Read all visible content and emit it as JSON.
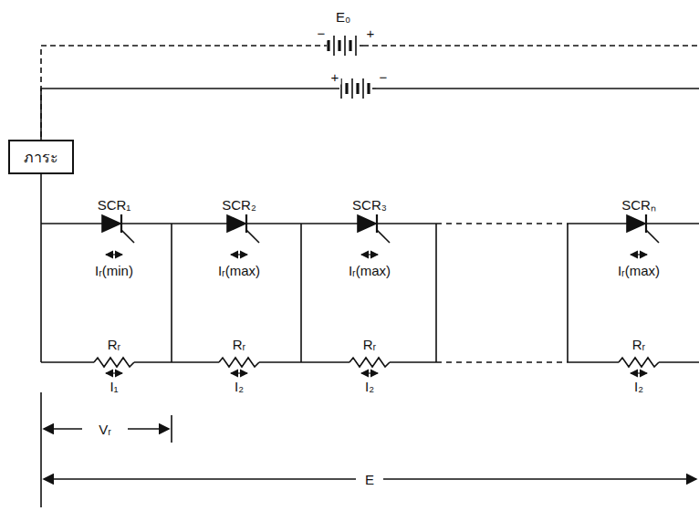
{
  "diagram": {
    "nodes": [
      {
        "text": [
          "ภาระ"
        ]
      }
    ],
    "labels": [
      "E₀",
      "−",
      "+",
      "+",
      "−",
      "SCR₁",
      "Iᵣ(min)",
      "SCR₂",
      "Iᵣ(max)",
      "SCR₃",
      "Iᵣ(max)",
      "SCRₙ",
      "Iᵣ(max)",
      "Rᵣ",
      "I₁",
      "Rᵣ",
      "I₂",
      "Rᵣ",
      "I₂",
      "Rᵣ",
      "I₂",
      "Vᵣ",
      "E"
    ]
  }
}
